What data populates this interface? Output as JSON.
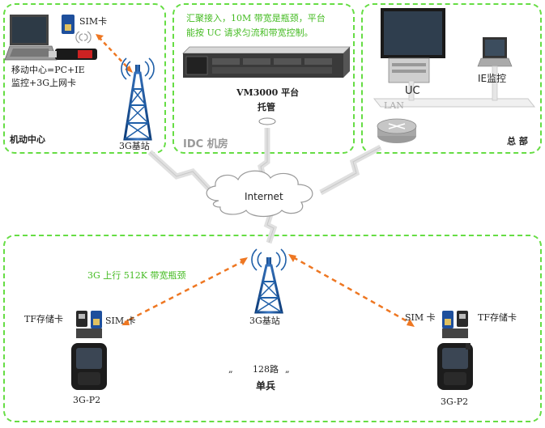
{
  "zones": {
    "mobile_center": {
      "title": "机动中心",
      "sim_label": "SIM卡",
      "pc_line1": "移动中心=PC+IE",
      "pc_line2": "监控+3G上网卡",
      "tower_label": "3G基站"
    },
    "idc": {
      "note_line1": "汇聚接入，10M 带宽是瓶颈，平台",
      "note_line2": "能按 UC 请求匀流和带宽控制。",
      "server_line1": "VM3000 平台",
      "server_line2": "托管",
      "title": "IDC 机房"
    },
    "hq": {
      "uc_label": "UC",
      "ie_label": "IE监控",
      "lan_label": "LAN",
      "title": "总 部"
    },
    "field": {
      "uplink_note": "3G 上行 512K 带宽瓶颈",
      "tower_label": "3G基站",
      "left_tf": "TF存储卡",
      "left_sim": "SIM 卡",
      "right_sim": "SIM 卡",
      "right_tf": "TF存储卡",
      "left_device": "3G-P2",
      "right_device": "3G-P2",
      "center_count": "128路",
      "quote_left": "„",
      "quote_right": "„",
      "center_title": "单兵"
    }
  },
  "internet_label": "Internet",
  "colors": {
    "zone_border": "#66dd44",
    "link_orange": "#ee7722",
    "tower_blue": "#1f5fa8",
    "note_green": "#44bb22"
  }
}
